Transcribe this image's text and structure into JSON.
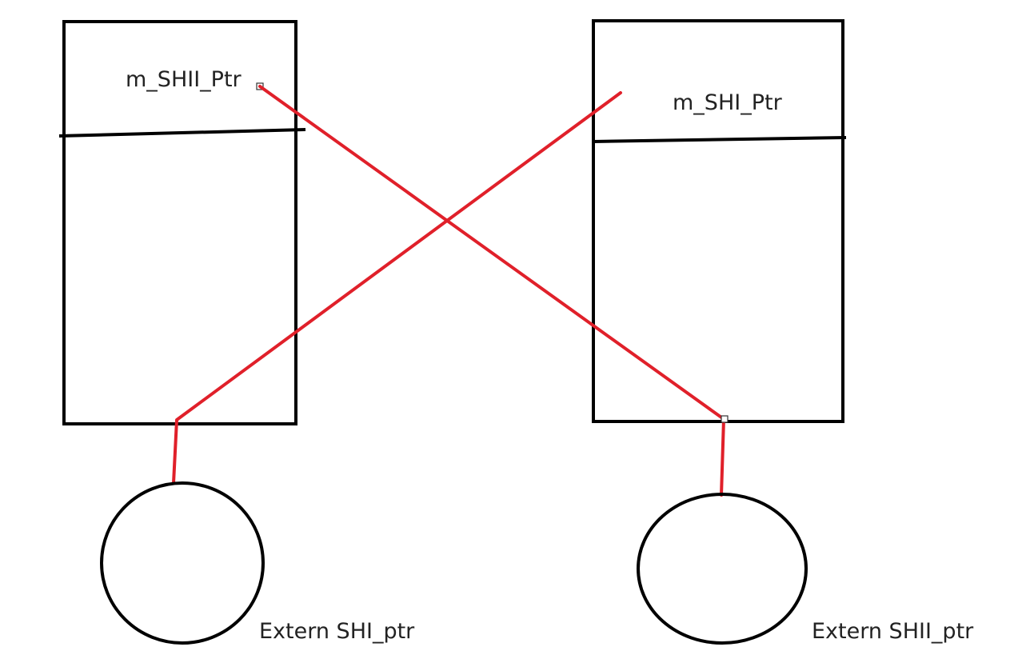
{
  "diagram": {
    "left_box": {
      "label": "m_SHII_Ptr"
    },
    "right_box": {
      "label": "m_SHI_Ptr"
    },
    "left_circle": {
      "label": "Extern SHI_ptr"
    },
    "right_circle": {
      "label": "Extern SHII_ptr"
    }
  },
  "colors": {
    "stroke": "#000000",
    "pointer": "#e0202a",
    "text": "#222222",
    "background": "#ffffff"
  }
}
